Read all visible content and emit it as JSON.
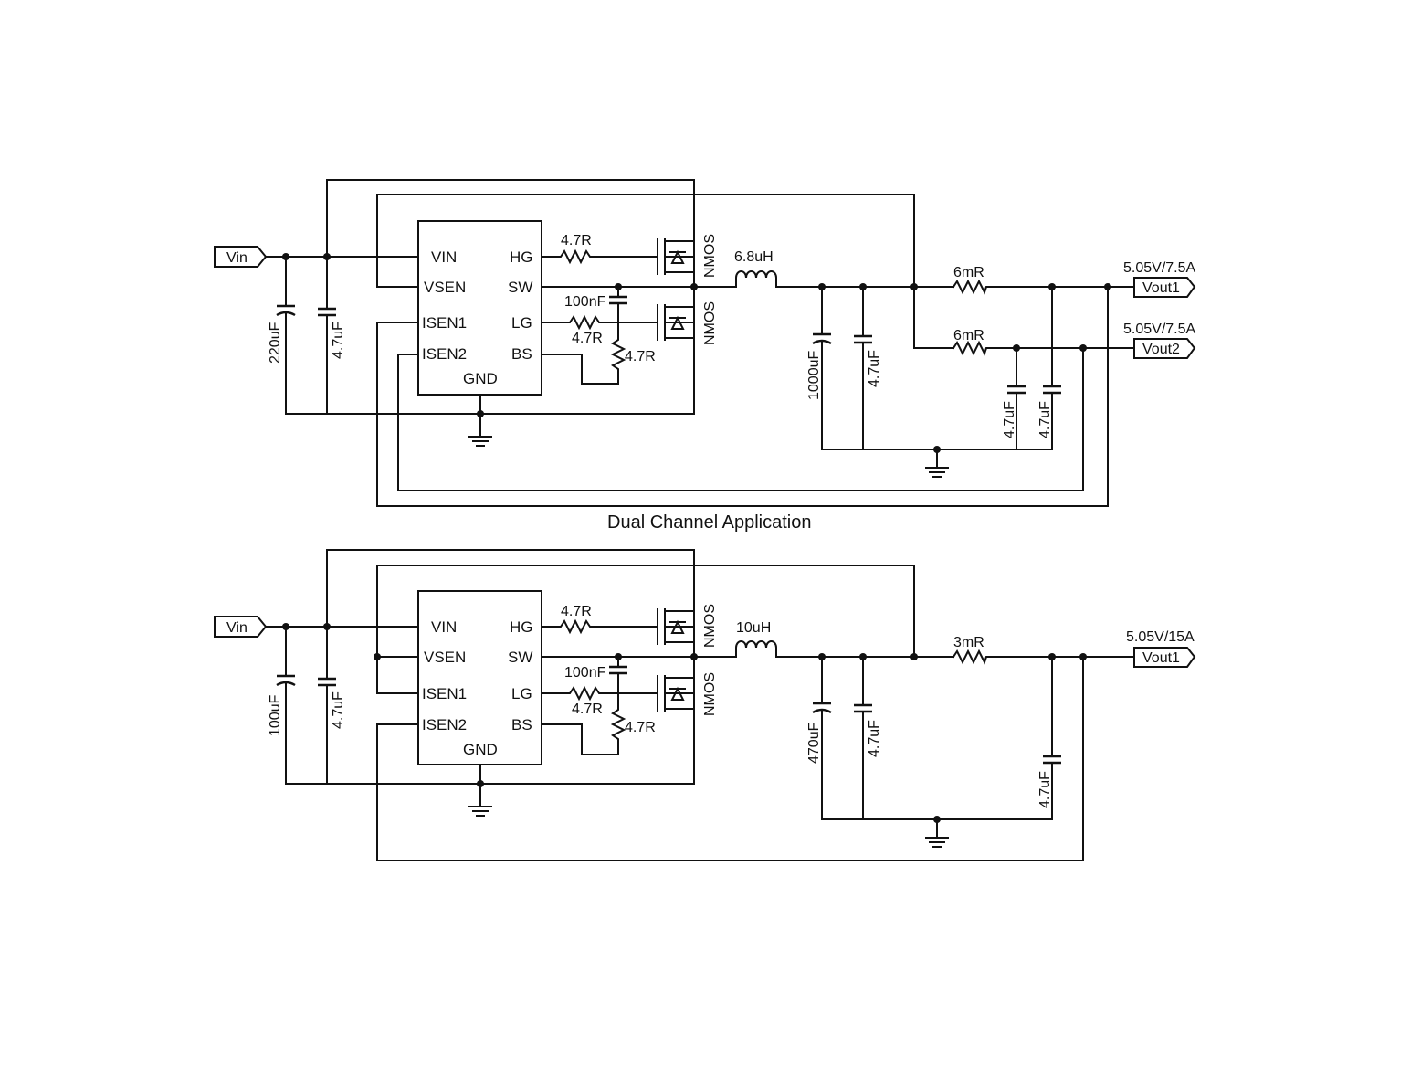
{
  "caption": "Dual Channel Application",
  "ic": {
    "pins_left_top": [
      "VIN",
      "VSEN",
      "ISEN1",
      "ISEN2"
    ],
    "pins_right": [
      "HG",
      "SW",
      "LG",
      "BS"
    ],
    "pin_bottom": "GND"
  },
  "mosfet_label": "NMOS",
  "dual": {
    "input_port": "Vin",
    "cin_bulk": "220uF",
    "cin_ceramic": "4.7uF",
    "r_hg": "4.7R",
    "r_lg": "4.7R",
    "c_boot": "100nF",
    "r_boot": "4.7R",
    "inductor": "6.8uH",
    "cout_bulk": "1000uF",
    "cout_ceramic": "4.7uF",
    "rsense1": "6mR",
    "rsense2": "6mR",
    "cout1": "4.7uF",
    "cout2": "4.7uF",
    "out1_rating": "5.05V/7.5A",
    "out2_rating": "5.05V/7.5A",
    "out1_port": "Vout1",
    "out2_port": "Vout2"
  },
  "single": {
    "input_port": "Vin",
    "cin_bulk": "100uF",
    "cin_ceramic": "4.7uF",
    "r_hg": "4.7R",
    "r_lg": "4.7R",
    "c_boot": "100nF",
    "r_boot": "4.7R",
    "inductor": "10uH",
    "cout_bulk": "470uF",
    "cout_ceramic": "4.7uF",
    "rsense": "3mR",
    "cout": "4.7uF",
    "out_rating": "5.05V/15A",
    "out_port": "Vout1"
  }
}
